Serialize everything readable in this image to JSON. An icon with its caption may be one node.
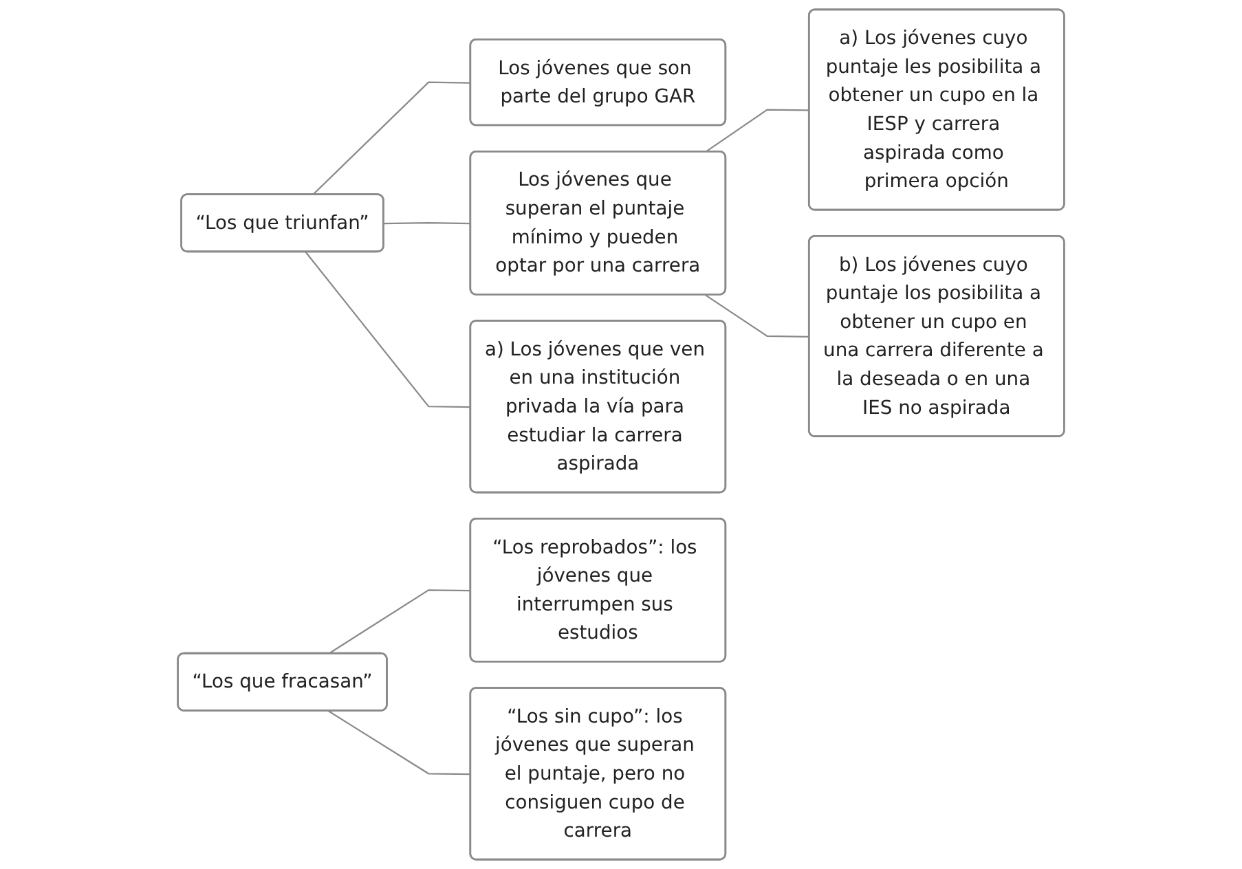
{
  "diagram": {
    "nodes": [
      {
        "text": [
          "“Los que triunfan”"
        ]
      },
      {
        "text": [
          "Los jóvenes que son parte del grupo GAR"
        ]
      },
      {
        "text": [
          "Los jóvenes que superan el puntaje mínimo y pueden optar por una carrera"
        ]
      },
      {
        "text": [
          "a) Los jóvenes cuyo puntaje les posibilita a obtener un cupo en la IESP y carrera aspirada como primera opción"
        ]
      },
      {
        "text": [
          "b) Los jóvenes cuyo puntaje los posibilita a obtener un cupo en una carrera diferente a la deseada o en una IES no aspirada"
        ]
      },
      {
        "text": [
          "a) Los jóvenes que ven en una institución privada la vía para estudiar la carrera aspirada"
        ]
      },
      {
        "text": [
          "“Los que fracasan”"
        ]
      },
      {
        "text": [
          "“Los reprobados”: los jóvenes que interrumpen sus estudios"
        ]
      },
      {
        "text": [
          "“Los sin cupo”: los jóvenes que superan el puntaje, pero no consiguen cupo de carrera"
        ]
      }
    ],
    "edges": [
      {
        "from": 0,
        "to": 1,
        "arrow": "none"
      },
      {
        "from": 0,
        "to": 2,
        "arrow": "none"
      },
      {
        "from": 0,
        "to": 5,
        "arrow": "none"
      },
      {
        "from": 2,
        "to": 3,
        "arrow": "none"
      },
      {
        "from": 2,
        "to": 4,
        "arrow": "none"
      },
      {
        "from": 6,
        "to": 7,
        "arrow": "none"
      },
      {
        "from": 6,
        "to": 8,
        "arrow": "none"
      }
    ]
  }
}
